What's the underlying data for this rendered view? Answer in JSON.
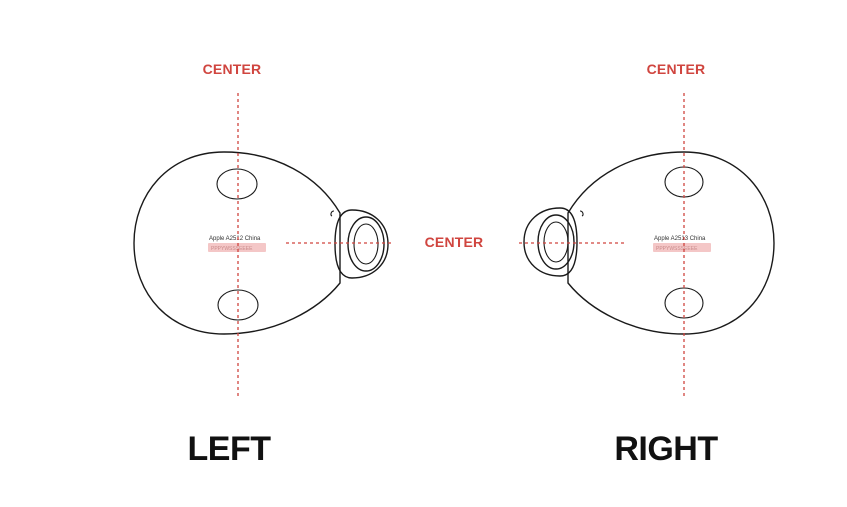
{
  "labels": {
    "center_left_top": "CENTER",
    "center_right_top": "CENTER",
    "center_middle": "CENTER",
    "left": "LEFT",
    "right": "RIGHT"
  },
  "left_bud": {
    "model": "Apple A2512 China",
    "serial": "PPPYWSSSEEEE"
  },
  "right_bud": {
    "model": "Apple A2513 China",
    "serial": "PPPYWSSSEEEE"
  },
  "colors": {
    "guide": "#d0453f",
    "outline": "#1a1a1a",
    "serial_highlight": "#f4c7c7"
  }
}
